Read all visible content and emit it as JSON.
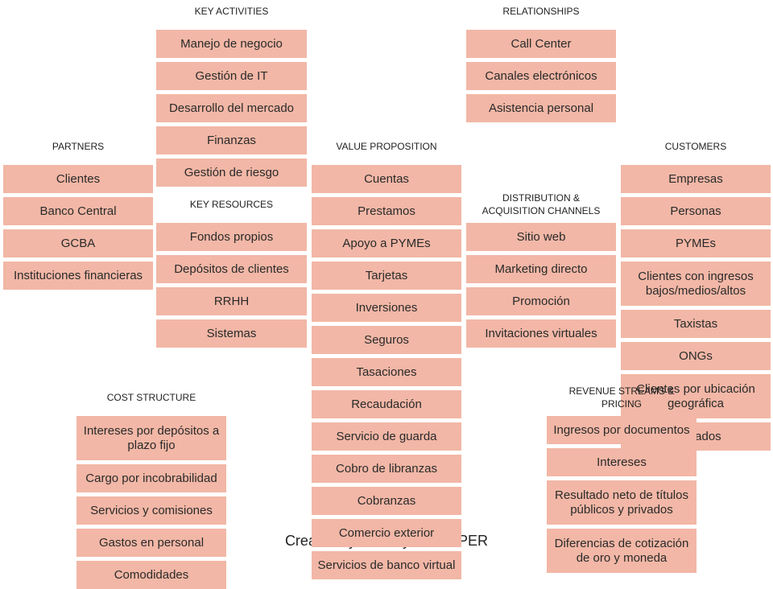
{
  "key_activities": {
    "heading": "KEY ACTIVITIES",
    "items": [
      "Manejo de negocio",
      "Gestión de IT",
      "Desarrollo del mercado",
      "Finanzas",
      "Gestión de riesgo"
    ]
  },
  "relationships": {
    "heading": "RELATIONSHIPS",
    "items": [
      "Call Center",
      "Canales electrónicos",
      "Asistencia personal"
    ]
  },
  "partners": {
    "heading": "PARTNERS",
    "items": [
      "Clientes",
      "Banco Central",
      "GCBA",
      "Instituciones financieras"
    ]
  },
  "key_resources": {
    "heading": "KEY RESOURCES",
    "items": [
      "Fondos propios",
      "Depósitos de clientes",
      "RRHH",
      "Sistemas"
    ]
  },
  "value_proposition": {
    "heading": "VALUE PROPOSITION",
    "items": [
      "Cuentas",
      "Prestamos",
      "Apoyo a PYMEs",
      "Tarjetas",
      "Inversiones",
      "Seguros",
      "Tasaciones",
      "Recaudación",
      "Servicio de guarda",
      "Cobro de libranzas",
      "Cobranzas",
      "Comercio exterior",
      "Servicios de banco virtual"
    ]
  },
  "distribution": {
    "heading": "DISTRIBUTION  &\nACQUISITION  CHANNELS",
    "items": [
      "Sitio web",
      "Marketing directo",
      "Promoción",
      "Invitaciones virtuales"
    ]
  },
  "customers": {
    "heading": "CUSTOMERS",
    "items": [
      "Empresas",
      "Personas",
      "PYMEs",
      "Clientes con ingresos bajos/medios/altos",
      "Taxistas",
      "ONGs",
      "Clientes por ubicación geográfica",
      "Jubilados"
    ]
  },
  "cost_structure": {
    "heading": "COST  STRUCTURE",
    "items": [
      "Intereses por depósitos a plazo fijo",
      "Cargo por incobrabilidad",
      "Servicios y comisiones",
      "Gastos en personal",
      "Comodidades"
    ]
  },
  "revenue": {
    "heading": "REVENUE  STREAMS &\nPRICING",
    "items": [
      "Ingresos por documentos",
      "Intereses",
      "Resultado neto de títulos públicos y privados",
      "Diferencias de cotización de oro y moneda"
    ]
  },
  "footer": {
    "text": "Created by Nobody with CIPER"
  }
}
